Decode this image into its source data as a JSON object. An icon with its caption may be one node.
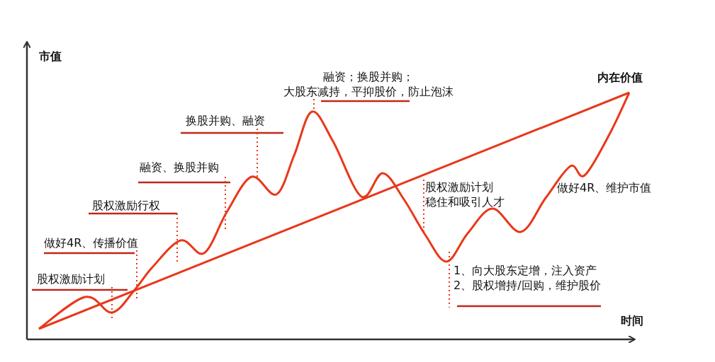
{
  "diagram": {
    "nodes": [
      {
        "text": [
          "股权激励计划"
        ]
      },
      {
        "text": [
          "做好4R、传播价值"
        ]
      },
      {
        "text": [
          "股权激励行权"
        ]
      },
      {
        "text": [
          "融资、换股并购"
        ]
      },
      {
        "text": [
          "换股并购、融资"
        ]
      },
      {
        "text": [
          "融资；换股并购；",
          "大股东减持，平抑股价，防止泡沫"
        ]
      },
      {
        "text": [
          "股权激励计划",
          "稳住和吸引人才"
        ]
      },
      {
        "text": [
          "1、向大股东定增，注入资产",
          "2、股权增持/回购，维护股价"
        ]
      }
    ],
    "edges": [
      {
        "from": 0,
        "to": null,
        "arrow": "none",
        "style": "dashed"
      },
      {
        "from": 1,
        "to": null,
        "arrow": "none",
        "style": "dashed"
      },
      {
        "from": 2,
        "to": null,
        "arrow": "none",
        "style": "dashed"
      },
      {
        "from": 3,
        "to": null,
        "arrow": "none",
        "style": "dashed"
      },
      {
        "from": 4,
        "to": null,
        "arrow": "none",
        "style": "dashed"
      },
      {
        "from": 5,
        "to": null,
        "arrow": "none",
        "style": "dashed"
      },
      {
        "from": 6,
        "to": null,
        "arrow": "none",
        "style": "dashed"
      },
      {
        "from": 7,
        "to": null,
        "arrow": "none",
        "style": "dashed"
      }
    ],
    "labels": [
      "市值",
      "内在价值",
      "做好4R、维护市值",
      "时间"
    ]
  }
}
